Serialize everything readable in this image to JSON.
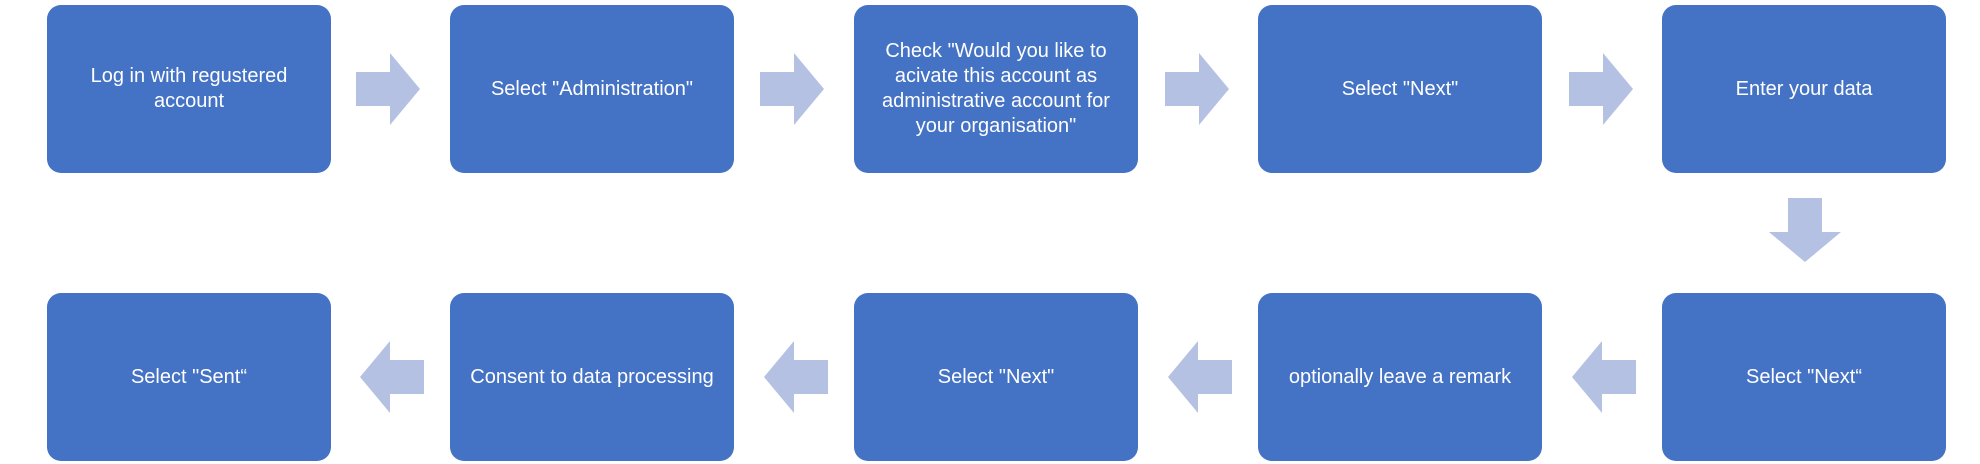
{
  "steps": [
    "Log in with regustered account",
    "Select \"Administration\"",
    "Check \"Would you like to acivate this account as administrative account for your organisation\"",
    "Select \"Next\"",
    "Enter your data",
    "Select \"Next“",
    "optionally leave a remark",
    "Select \"Next\"",
    "Consent to data processing",
    "Select \"Sent“"
  ],
  "colors": {
    "box_fill": "#4472c4",
    "box_text": "#ffffff",
    "arrow_fill": "#b4c1e2"
  },
  "flow": [
    "right",
    "right",
    "right",
    "right",
    "down",
    "left",
    "left",
    "left",
    "left"
  ]
}
